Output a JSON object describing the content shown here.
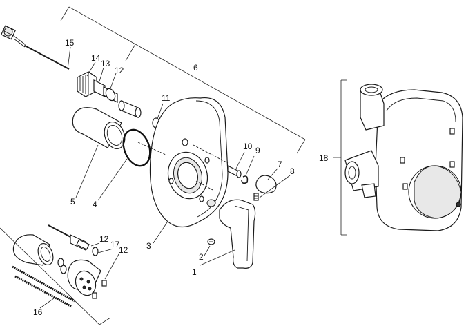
{
  "callouts": {
    "c1": "1",
    "c2": "2",
    "c3": "3",
    "c4": "4",
    "c5": "5",
    "c6": "6",
    "c7": "7",
    "c8": "8",
    "c9": "9",
    "c10": "10",
    "c11": "11",
    "c12a": "12",
    "c12b": "12",
    "c12c": "12",
    "c13": "13",
    "c14": "14",
    "c15": "15",
    "c16": "16",
    "c17": "17",
    "c18": "18"
  }
}
